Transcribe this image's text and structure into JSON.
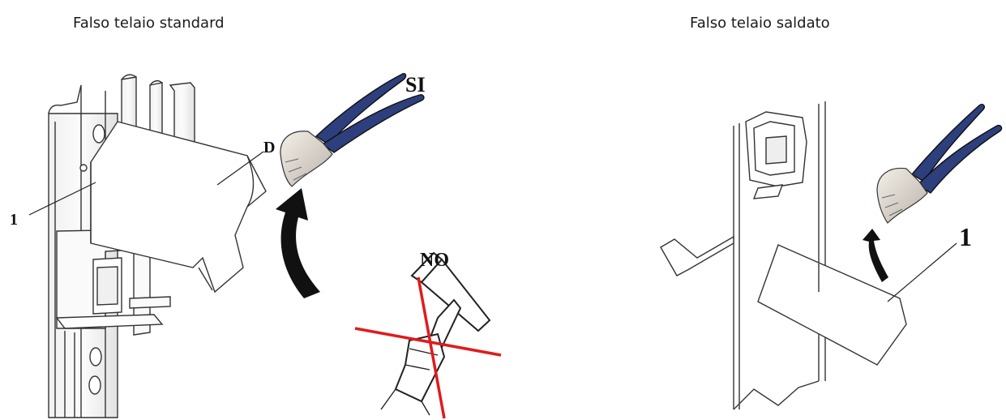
{
  "captions": {
    "left": "Falso telaio standard",
    "right": "Falso telaio saldato"
  },
  "labels": {
    "left_part": "1",
    "left_tab": "D",
    "yes": "SI",
    "no": "NO",
    "right_part": "1"
  },
  "colors": {
    "plier_handle": "#2d3f7c",
    "cross": "#e01b1b",
    "line": "#222222"
  },
  "icons": [
    "pliers-icon",
    "hammer-icon",
    "curved-arrow-icon"
  ]
}
